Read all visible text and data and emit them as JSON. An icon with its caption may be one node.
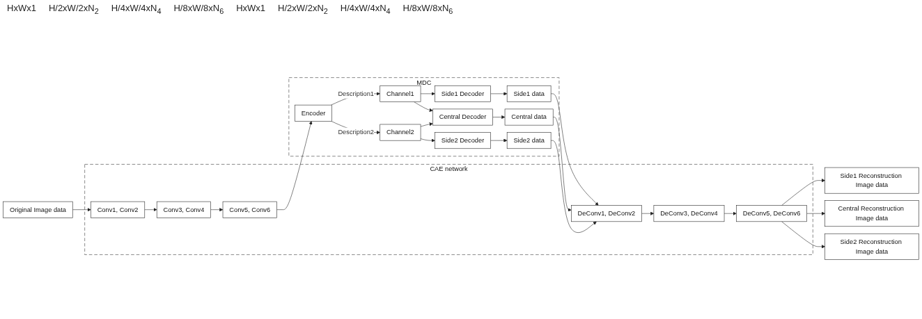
{
  "diagram": {
    "nodes": [
      {
        "text": [
          "CAE network"
        ]
      },
      {
        "text": [
          "MDC"
        ]
      },
      {
        "text": [
          "Original Image data"
        ]
      },
      {
        "text": [
          "Conv1, Conv2"
        ],
        "in": 0
      },
      {
        "text": [
          "Conv3, Conv4"
        ],
        "in": 0
      },
      {
        "text": [
          "Conv5, Conv6"
        ],
        "in": 0
      },
      {
        "text": [
          "Encoder"
        ],
        "in": 1
      },
      {
        "text": [
          "Channel1"
        ],
        "in": 1
      },
      {
        "text": [
          "Channel2"
        ],
        "in": 1
      },
      {
        "text": [
          "Side1 Decoder"
        ],
        "in": 1
      },
      {
        "text": [
          "Central Decoder"
        ],
        "in": 1
      },
      {
        "text": [
          "Side2 Decoder"
        ],
        "in": 1
      },
      {
        "text": [
          "Side1 data"
        ],
        "in": 1
      },
      {
        "text": [
          "Central data"
        ],
        "in": 1
      },
      {
        "text": [
          "Side2 data"
        ],
        "in": 1
      },
      {
        "text": [
          "DeConv1, DeConv2"
        ],
        "in": 0
      },
      {
        "text": [
          "DeConv3, DeConv4"
        ],
        "in": 0
      },
      {
        "text": [
          "DeConv5, DeConv6"
        ],
        "in": 0
      },
      {
        "text": [
          "Side1 Reconstruction Image data"
        ]
      },
      {
        "text": [
          "Central Reconstruction Image data"
        ]
      },
      {
        "text": [
          "Side2 Reconstruction Image data"
        ]
      }
    ],
    "edges": [
      {
        "from": 2,
        "to": 3,
        "arrow": "to"
      },
      {
        "from": 3,
        "to": 4,
        "arrow": "to"
      },
      {
        "from": 4,
        "to": 5,
        "arrow": "to"
      },
      {
        "from": 5,
        "to": 6,
        "arrow": "to"
      },
      {
        "from": 6,
        "to": 7,
        "arrow": "to",
        "label": "Description1"
      },
      {
        "from": 6,
        "to": 8,
        "arrow": "to",
        "label": "Description2"
      },
      {
        "from": 7,
        "to": 9,
        "arrow": "to"
      },
      {
        "from": 7,
        "to": 10,
        "arrow": "to"
      },
      {
        "from": 8,
        "to": 10,
        "arrow": "to"
      },
      {
        "from": 8,
        "to": 11,
        "arrow": "to"
      },
      {
        "from": 9,
        "to": 12,
        "arrow": "to"
      },
      {
        "from": 10,
        "to": 13,
        "arrow": "to"
      },
      {
        "from": 11,
        "to": 14,
        "arrow": "to"
      },
      {
        "from": 12,
        "to": 15,
        "arrow": "to"
      },
      {
        "from": 13,
        "to": 15,
        "arrow": "to"
      },
      {
        "from": 14,
        "to": 15,
        "arrow": "to"
      },
      {
        "from": 15,
        "to": 16,
        "arrow": "to"
      },
      {
        "from": 16,
        "to": 17,
        "arrow": "to"
      },
      {
        "from": 17,
        "to": 18,
        "arrow": "to"
      },
      {
        "from": 17,
        "to": 19,
        "arrow": "to"
      },
      {
        "from": 17,
        "to": 20,
        "arrow": "to"
      }
    ],
    "labels": [
      "HxWx1",
      "H/2xW/2xN$_{2}$",
      "H/4xW/4xN$_{4}$",
      "H/8xW/8xN$_{6}$",
      "HxWx1",
      "H/2xW/2xN$_{2}$",
      "H/4xW/4xN$_{4}$",
      "H/8xW/8xN$_{6}$"
    ]
  }
}
